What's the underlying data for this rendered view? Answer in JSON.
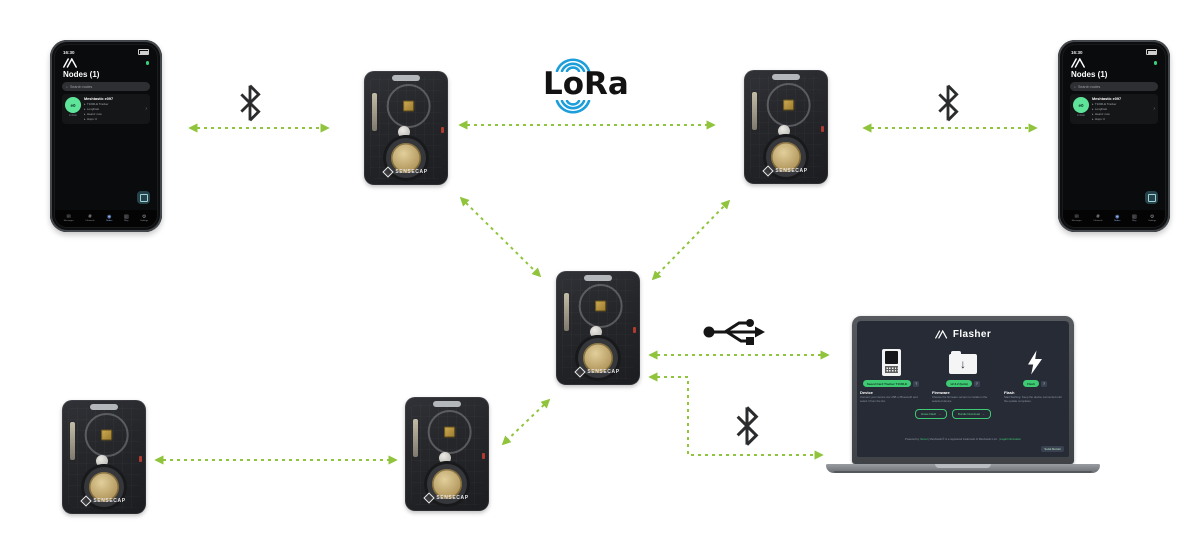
{
  "colors": {
    "arrow_green": "#8fc43c",
    "lora_blue": "#1b9ed9",
    "node_green": "#5fe59a",
    "flasher_green": "#3ec973",
    "phone_screen_bg": "#0a0b0c",
    "flasher_bg": "#262b35"
  },
  "lora": {
    "label": "LoRa"
  },
  "tracker": {
    "brand": "SENSECAP"
  },
  "phone_app": {
    "status_time": "16:30",
    "title": "Nodes (1)",
    "search_placeholder": "Search nodes",
    "node": {
      "short_name": "e0",
      "long_name": "Meshtastic e097",
      "distance": "2.4 km",
      "details": [
        "T1000-E Tracker",
        "LongFast",
        "Heard: now",
        "Hops: 0"
      ]
    },
    "tabs": [
      {
        "label": "Messages",
        "icon": "✉"
      },
      {
        "label": "Channels",
        "icon": "#"
      },
      {
        "label": "Nodes",
        "icon": "◉"
      },
      {
        "label": "Map",
        "icon": "▧"
      },
      {
        "label": "Settings",
        "icon": "⚙"
      }
    ],
    "active_tab": "Nodes"
  },
  "flasher": {
    "title": "Flasher",
    "help_label": "?",
    "device": {
      "heading": "Device",
      "button": "Seeed Card Tracker T1000-E",
      "description": "Connect your device via USB or Bluetooth and select it from the list."
    },
    "firmware": {
      "heading": "Firmware",
      "button": "v2.3.2 (beta)",
      "description": "Choose the firmware version to install on the selected device."
    },
    "flash": {
      "heading": "Flash",
      "button": "Flash",
      "description": "Start flashing. Keep the device connected until the update completes."
    },
    "actions": [
      "Erase Flash",
      "Bundle Download"
    ],
    "footer": {
      "powered_by": "Powered by",
      "vercel": "Vercel",
      "trademark": "| Meshtastic® is a registered trademark of Meshtastic LLC. |",
      "legal": "Legal Information"
    },
    "serial_monitor": "Serial Monitor"
  },
  "connections": [
    {
      "from": "phone-left",
      "to": "tracker-top-left",
      "type": "bluetooth"
    },
    {
      "from": "tracker-top-left",
      "to": "tracker-top-right",
      "type": "lora"
    },
    {
      "from": "tracker-top-right",
      "to": "phone-right",
      "type": "bluetooth"
    },
    {
      "from": "tracker-top-left",
      "to": "tracker-center",
      "type": "mesh"
    },
    {
      "from": "tracker-top-right",
      "to": "tracker-center",
      "type": "mesh"
    },
    {
      "from": "tracker-bottom-left",
      "to": "tracker-bottom-middle",
      "type": "mesh"
    },
    {
      "from": "tracker-bottom-middle",
      "to": "tracker-center",
      "type": "mesh"
    },
    {
      "from": "tracker-center",
      "to": "laptop-flasher",
      "type": "usb"
    },
    {
      "from": "tracker-center",
      "to": "laptop-flasher",
      "type": "bluetooth"
    }
  ]
}
